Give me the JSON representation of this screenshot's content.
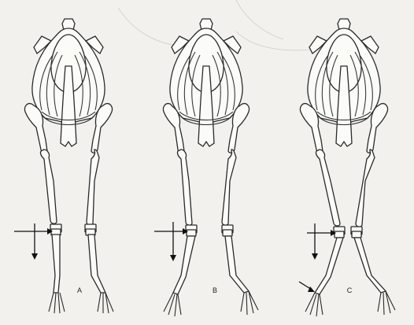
{
  "figure": {
    "panels": [
      {
        "id": "A",
        "label": "A"
      },
      {
        "id": "B",
        "label": "B"
      },
      {
        "id": "C",
        "label": "C"
      }
    ]
  },
  "colors": {
    "background": "#f2f1ed",
    "bone_fill": "#fbfbf8",
    "ink": "#2a2a2a",
    "arrow": "#111111"
  }
}
